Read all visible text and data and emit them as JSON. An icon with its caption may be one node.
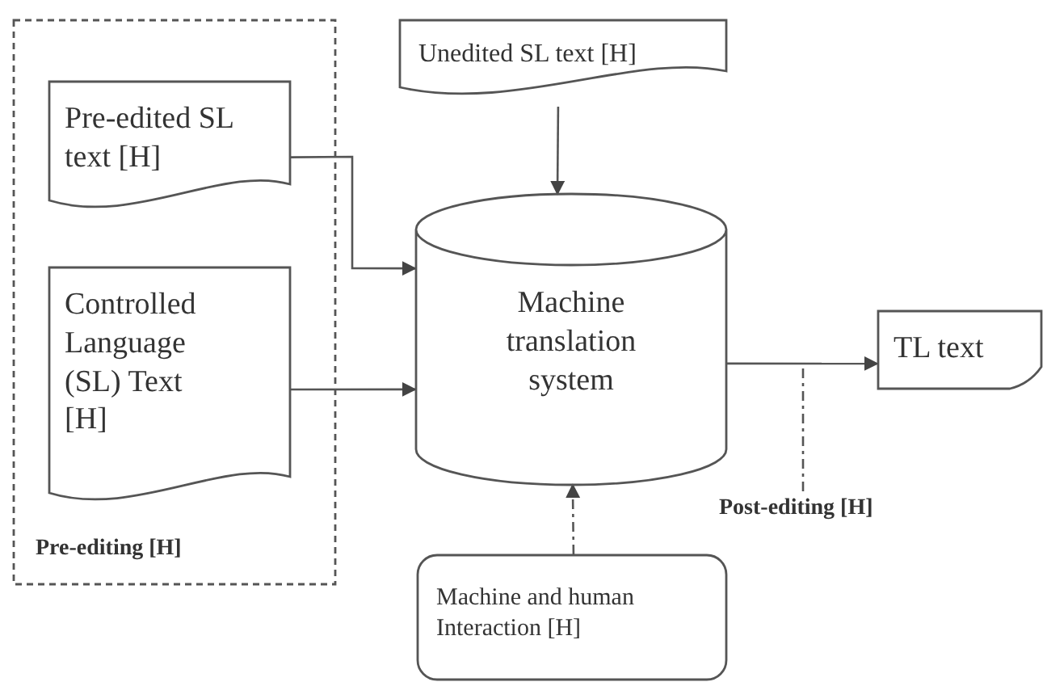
{
  "diagram": {
    "nodes": [
      {
        "text": [
          "Pre-editing [H]"
        ]
      },
      {
        "text": [
          "Pre-edited SL text [H]"
        ],
        "in": 0
      },
      {
        "text": [
          "Controlled Language (SL) Text [H]"
        ],
        "in": 0
      },
      {
        "text": [
          "Unedited SL text [H]"
        ]
      },
      {
        "text": [
          "Machine translation system"
        ]
      },
      {
        "text": [
          "TL text"
        ]
      },
      {
        "text": [
          "Machine and human Interaction [H]"
        ]
      },
      {
        "text": [
          "Post-editing [H]"
        ]
      }
    ],
    "edges": [
      {
        "from": 1,
        "to": 4,
        "arrow": "to"
      },
      {
        "from": 2,
        "to": 4,
        "arrow": "to"
      },
      {
        "from": 3,
        "to": 4,
        "arrow": "to"
      },
      {
        "from": 4,
        "to": 5,
        "arrow": "to"
      },
      {
        "from": 6,
        "to": 4,
        "arrow": "to",
        "style": "dashed"
      },
      {
        "from": 7,
        "to": null,
        "arrow": "none",
        "style": "dashed"
      }
    ]
  }
}
